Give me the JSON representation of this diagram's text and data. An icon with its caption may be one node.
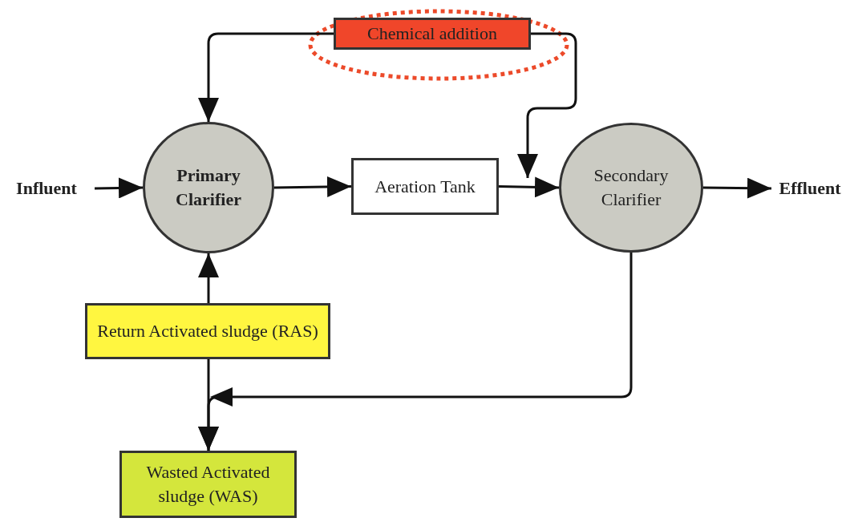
{
  "diagram": {
    "nodes": [
      {
        "text": [
          "Influent"
        ]
      },
      {
        "text": [
          "Primary Clarifier"
        ]
      },
      {
        "text": [
          "Aeration Tank"
        ]
      },
      {
        "text": [
          "Secondary Clarifier"
        ]
      },
      {
        "text": [
          "Effluent"
        ]
      },
      {
        "text": [
          "Chemical addition"
        ]
      },
      {
        "text": [
          "Return Activated sludge (RAS)"
        ]
      },
      {
        "text": [
          "Wasted Activated sludge (WAS)"
        ]
      }
    ],
    "edges": [
      {
        "from": 0,
        "to": 1,
        "arrow": "to"
      },
      {
        "from": 1,
        "to": 2,
        "arrow": "to"
      },
      {
        "from": 2,
        "to": 3,
        "arrow": "to"
      },
      {
        "from": 3,
        "to": 4,
        "arrow": "to"
      },
      {
        "from": 5,
        "to": 1,
        "arrow": "to"
      },
      {
        "from": 5,
        "to": null,
        "arrow": "to"
      },
      {
        "from": 6,
        "to": 1,
        "arrow": "to"
      },
      {
        "from": 3,
        "to": 7,
        "arrow": "to"
      },
      {
        "from": 6,
        "to": 7,
        "arrow": "to"
      }
    ]
  }
}
